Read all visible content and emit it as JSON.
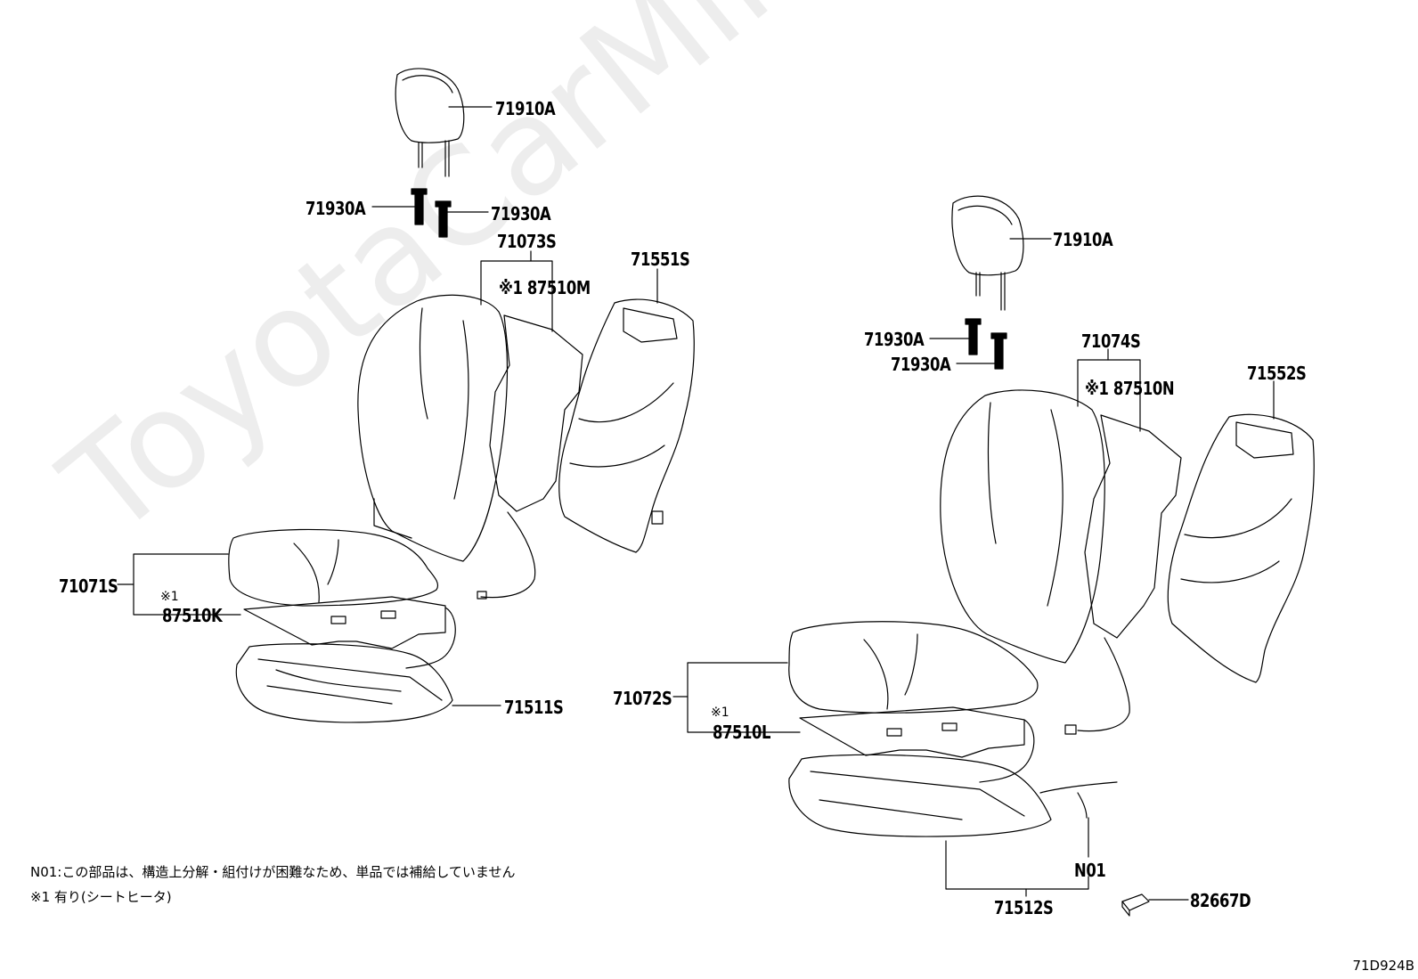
{
  "watermark": "ToyotaCarMine.ru",
  "diagram_id": "71D924B",
  "notes": {
    "n01": "N01:この部品は、構造上分解・組付けが困難なため、単品では補給していません",
    "mark1": "※1 有り(シートヒータ)"
  },
  "marks": {
    "m87510k": "※1",
    "m87510l": "※1"
  },
  "parts": {
    "p71910a_left": "71910A",
    "p71930a_left_a": "71930A",
    "p71930a_left_b": "71930A",
    "p71073s": "71073S",
    "p87510m": "※1 87510M",
    "p71551s": "71551S",
    "p71071s": "71071S",
    "p87510k": "87510K",
    "p71511s": "71511S",
    "p71910a_right": "71910A",
    "p71930a_right_a": "71930A",
    "p71930a_right_b": "71930A",
    "p71074s": "71074S",
    "p87510n": "※1 87510N",
    "p71552s": "71552S",
    "p71072s": "71072S",
    "p87510l": "87510L",
    "p71512s": "71512S",
    "pn01": "N01",
    "p82667d": "82667D"
  }
}
